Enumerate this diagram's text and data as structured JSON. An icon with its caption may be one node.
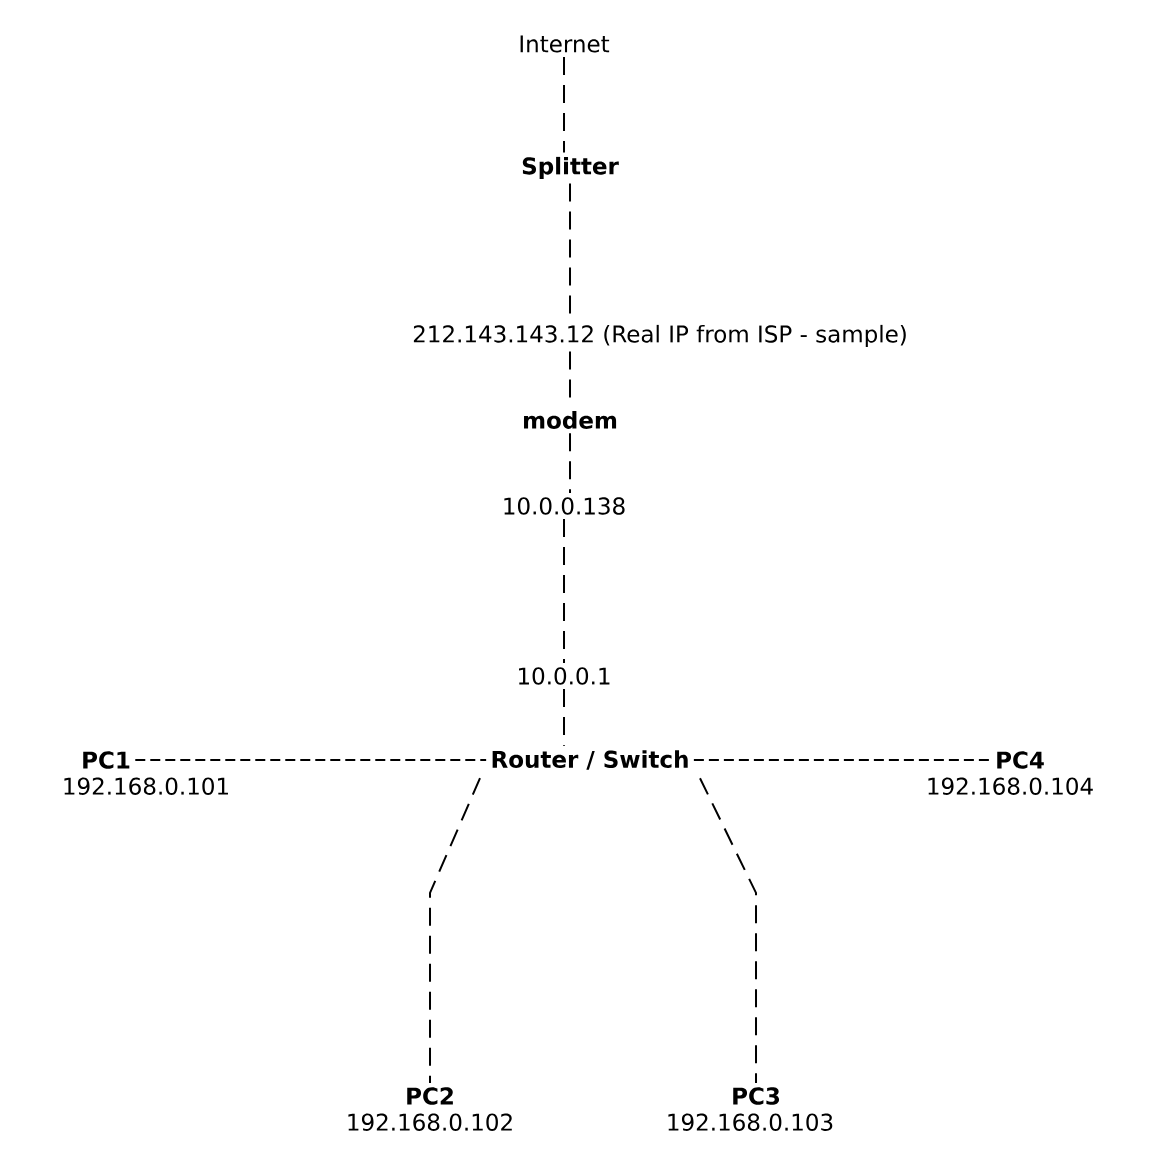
{
  "diagram": {
    "nodes": [
      {
        "text": [
          "Internet"
        ]
      },
      {
        "text": [
          "Splitter"
        ]
      },
      {
        "text": [
          "212.143.143.12 (Real IP from ISP - sample)"
        ]
      },
      {
        "text": [
          "modem"
        ]
      },
      {
        "text": [
          "10.0.0.138"
        ]
      },
      {
        "text": [
          "10.0.0.1"
        ]
      },
      {
        "text": [
          "Router / Switch"
        ]
      },
      {
        "text": [
          "PC1"
        ],
        "beside": [
          "192.168.0.101"
        ]
      },
      {
        "text": [
          "PC4"
        ],
        "beside": [
          "192.168.0.104"
        ]
      },
      {
        "text": [
          "PC2"
        ],
        "beside": [
          "192.168.0.102"
        ]
      },
      {
        "text": [
          "PC3"
        ],
        "beside": [
          "192.168.0.103"
        ]
      }
    ],
    "edges": [
      {
        "from": 0,
        "to": 1,
        "arrow": "none",
        "style": "dashed"
      },
      {
        "from": 1,
        "to": 2,
        "arrow": "none",
        "style": "dashed"
      },
      {
        "from": 2,
        "to": 3,
        "arrow": "none",
        "style": "dashed"
      },
      {
        "from": 3,
        "to": 4,
        "arrow": "none",
        "style": "dashed"
      },
      {
        "from": 4,
        "to": 5,
        "arrow": "none",
        "style": "dashed"
      },
      {
        "from": 5,
        "to": 6,
        "arrow": "none",
        "style": "dashed"
      },
      {
        "from": 7,
        "to": 6,
        "arrow": "none",
        "style": "dashed"
      },
      {
        "from": 6,
        "to": 8,
        "arrow": "none",
        "style": "dashed"
      },
      {
        "from": 6,
        "to": 9,
        "arrow": "none",
        "style": "dashed"
      },
      {
        "from": 6,
        "to": 10,
        "arrow": "none",
        "style": "dashed"
      }
    ]
  }
}
